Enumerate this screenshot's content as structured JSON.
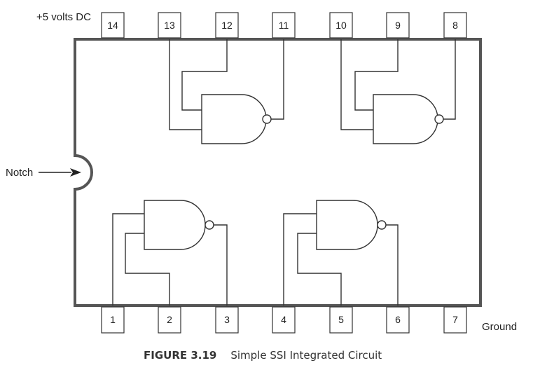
{
  "labels": {
    "vcc": "+5 volts DC",
    "notch": "Notch",
    "ground": "Ground"
  },
  "pins_top": [
    "14",
    "13",
    "12",
    "11",
    "10",
    "9",
    "8"
  ],
  "pins_bottom": [
    "1",
    "2",
    "3",
    "4",
    "5",
    "6",
    "7"
  ],
  "caption": {
    "label": "FIGURE 3.19",
    "text": "Simple SSI Integrated Circuit"
  }
}
